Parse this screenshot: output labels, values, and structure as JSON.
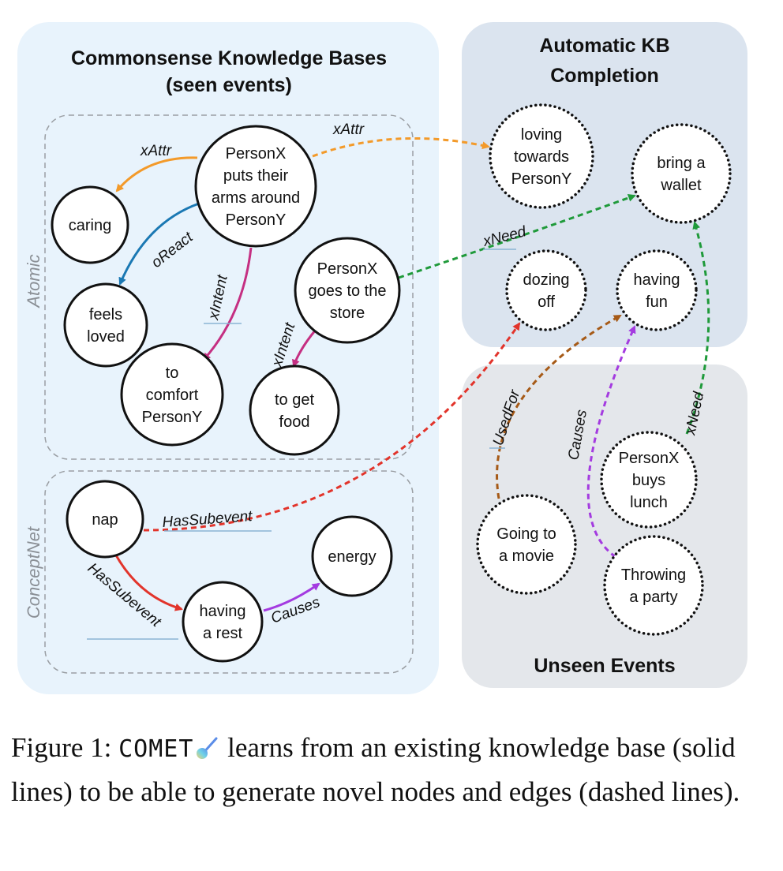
{
  "panels": {
    "kb_title_line1": "Commonsense Knowledge Bases",
    "kb_title_line2": "(seen events)",
    "completion_title_line1": "Automatic KB",
    "completion_title_line2": "Completion",
    "unseen_title": "Unseen Events"
  },
  "groups": {
    "atomic": "Atomic",
    "conceptnet": "ConceptNet"
  },
  "nodes": {
    "personx_arms": [
      "PersonX",
      "puts their",
      "arms around",
      "PersonY"
    ],
    "caring": [
      "caring"
    ],
    "feels_loved": [
      "feels",
      "loved"
    ],
    "to_comfort": [
      "to",
      "comfort",
      "PersonY"
    ],
    "goes_store": [
      "PersonX",
      "goes to the",
      "store"
    ],
    "get_food": [
      "to get",
      "food"
    ],
    "nap": [
      "nap"
    ],
    "having_rest": [
      "having",
      "a rest"
    ],
    "energy": [
      "energy"
    ],
    "loving_towards": [
      "loving",
      "towards",
      "PersonY"
    ],
    "bring_wallet": [
      "bring a",
      "wallet"
    ],
    "dozing_off": [
      "dozing",
      "off"
    ],
    "having_fun": [
      "having",
      "fun"
    ],
    "buys_lunch": [
      "PersonX",
      "buys",
      "lunch"
    ],
    "going_movie": [
      "Going to",
      "a movie"
    ],
    "throwing_party": [
      "Throwing",
      "a party"
    ]
  },
  "edges": {
    "xattr_caring": "xAttr",
    "oreact": "oReact",
    "xintent_comfort": "xIntent",
    "xintent_food": "xIntent",
    "xattr_loving": "xAttr",
    "xneed_wallet": "xNeed",
    "hassubevent_rest": "HasSubevent",
    "causes_energy": "Causes",
    "hassubevent_dozing": "HasSubevent",
    "usedfor": "UsedFor",
    "causes_fun": "Causes",
    "xneed_lunch": "xNeed"
  },
  "colors": {
    "orange": "#f39a2a",
    "blue": "#1a78b3",
    "magenta": "#c52f82",
    "green": "#1f9a3a",
    "red": "#e2342b",
    "purple": "#a43be0",
    "brown": "#a65a17",
    "kb_panel": "#e8f3fc",
    "completion_panel": "#dbe4ef",
    "unseen_panel": "#e4e7eb"
  },
  "caption": {
    "prefix": "Figure 1: ",
    "model": "COMET",
    "text": " learns from an existing knowledge base (solid lines) to be able to generate novel nodes and edges (dashed lines)."
  }
}
